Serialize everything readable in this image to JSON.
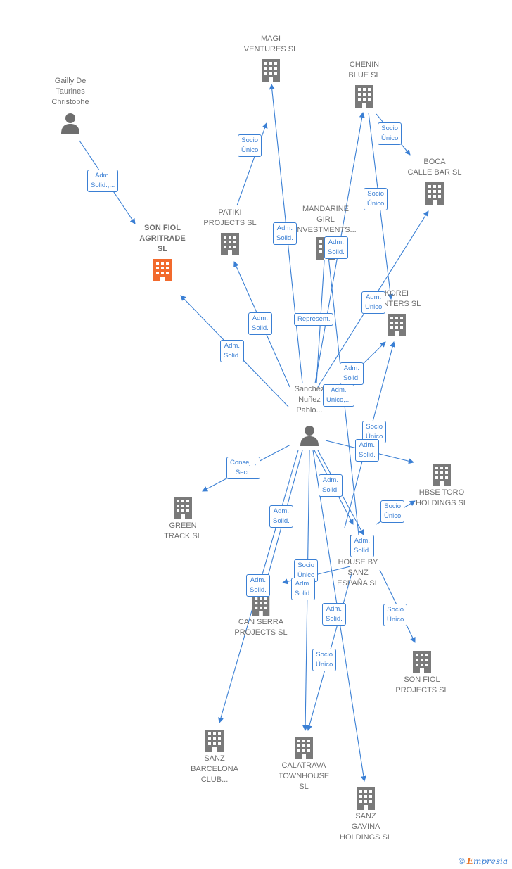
{
  "colors": {
    "edge": "#3a7fd4",
    "building": "#7a7a7a",
    "focus": "#f26a2d",
    "person": "#6e6e6e",
    "text": "#6f6f6f"
  },
  "nodes": [
    {
      "id": "gailly",
      "type": "person",
      "label": "Gailly De\nTaurines\nChristophe"
    },
    {
      "id": "sonfiol_agri",
      "type": "company",
      "focus": true,
      "label": "SON FIOL\nAGRITRADE\nSL"
    },
    {
      "id": "magi",
      "type": "company",
      "label": "MAGI\nVENTURES SL"
    },
    {
      "id": "chenin",
      "type": "company",
      "label": "CHENIN\nBLUE SL"
    },
    {
      "id": "boca",
      "type": "company",
      "label": "BOCA\nCALLE BAR SL"
    },
    {
      "id": "patiki",
      "type": "company",
      "label": "PATIKI\nPROJECTS SL"
    },
    {
      "id": "mandarine",
      "type": "company",
      "label": "MANDARINE\nGIRL\nINVESTMENTS..."
    },
    {
      "id": "korei",
      "type": "company",
      "label": "KOREI\nVENTERS SL"
    },
    {
      "id": "sanchez",
      "type": "person",
      "label": "Sanchez\nNuñez\nPablo..."
    },
    {
      "id": "green",
      "type": "company",
      "label": "GREEN\nTRACK SL"
    },
    {
      "id": "hbse",
      "type": "company",
      "label": "HBSE TORO\nHOLDINGS SL"
    },
    {
      "id": "housebysanz",
      "type": "company",
      "label": "HOUSE BY\nSANZ\nESPAÑA SL"
    },
    {
      "id": "canserra",
      "type": "company",
      "label": "CAN SERRA\nPROJECTS SL"
    },
    {
      "id": "sonfiol_proj",
      "type": "company",
      "label": "SON FIOL\nPROJECTS SL"
    },
    {
      "id": "sanzbcn",
      "type": "company",
      "label": "SANZ\nBARCELONA\nCLUB..."
    },
    {
      "id": "calatrava",
      "type": "company",
      "label": "CALATRAVA\nTOWNHOUSE\nSL"
    },
    {
      "id": "sanzgavina",
      "type": "company",
      "label": "SANZ\nGAVINA\nHOLDINGS SL"
    }
  ],
  "edge_labels": [
    {
      "id": "gailly_sonfiol",
      "text": "Adm.\nSolid.,..."
    },
    {
      "id": "patiki_magi",
      "text": "Socio\nÚnico"
    },
    {
      "id": "chenin_boca",
      "text": "Socio\nÚnico"
    },
    {
      "id": "chenin_korei",
      "text": "Socio\nÚnico"
    },
    {
      "id": "s_magi",
      "text": "Adm.\nSolid."
    },
    {
      "id": "s_mandarine",
      "text": "Adm.\nSolid."
    },
    {
      "id": "s_boca",
      "text": "Adm.\nUnico"
    },
    {
      "id": "s_patiki",
      "text": "Adm.\nSolid."
    },
    {
      "id": "s_represent",
      "text": "Represent."
    },
    {
      "id": "s_sonfiol",
      "text": "Adm.\nSolid."
    },
    {
      "id": "s_korei",
      "text": "Adm.\nSolid."
    },
    {
      "id": "s_chenin",
      "text": "Adm.\nUnico,..."
    },
    {
      "id": "h_korei",
      "text": "Socio\nÚnico"
    },
    {
      "id": "s_hbse",
      "text": "Adm.\nSolid."
    },
    {
      "id": "s_green",
      "text": "Consej. ,\nSecr."
    },
    {
      "id": "s_house",
      "text": "Adm.\nSolid."
    },
    {
      "id": "h_hbse",
      "text": "Socio\nÚnico"
    },
    {
      "id": "s_canserra",
      "text": "Adm.\nSolid."
    },
    {
      "id": "s_house2",
      "text": "Adm.\nSolid."
    },
    {
      "id": "h_canserra",
      "text": "Socio\nÚnico"
    },
    {
      "id": "s_canserra2",
      "text": "Adm.\nSolid."
    },
    {
      "id": "s_calatrava",
      "text": "Adm.\nSolid."
    },
    {
      "id": "s_sanzbcn",
      "text": "Adm.\nSolid."
    },
    {
      "id": "h_sonfiolp",
      "text": "Socio\nÚnico"
    },
    {
      "id": "h_calatrava",
      "text": "Socio\nÚnico"
    }
  ],
  "brand": {
    "copyright": "©",
    "first": "E",
    "rest": "mpresia"
  }
}
